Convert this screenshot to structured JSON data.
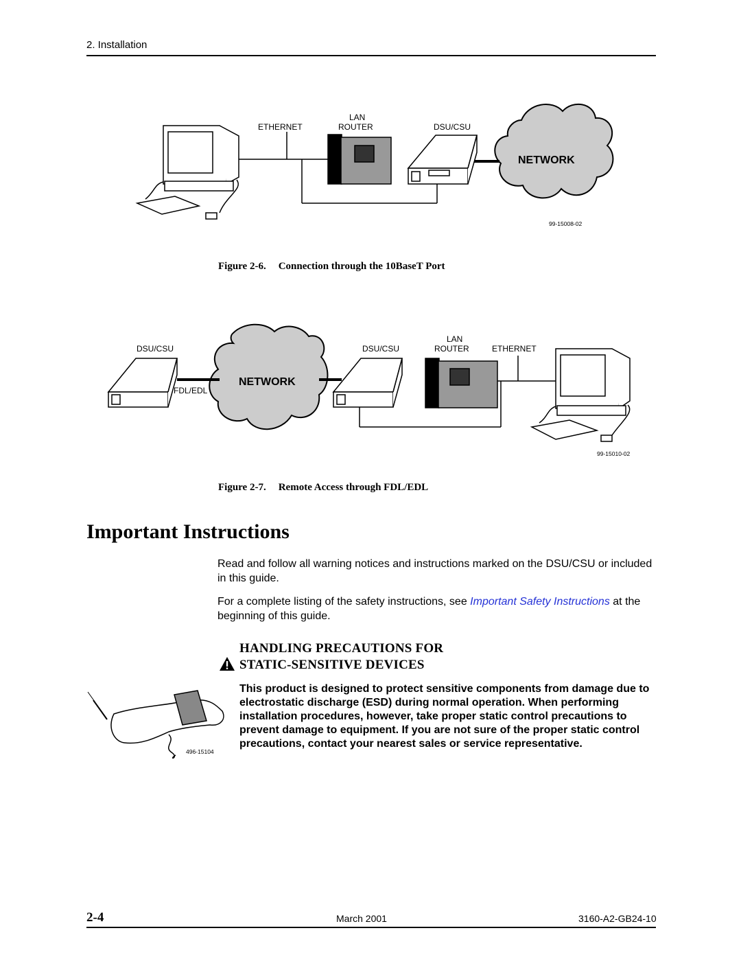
{
  "header": {
    "section": "2. Installation"
  },
  "figure6": {
    "labels": {
      "ethernet": "ETHERNET",
      "lan": "LAN",
      "router": "ROUTER",
      "dsucsu": "DSU/CSU",
      "network": "NETWORK",
      "id": "99-15008-02"
    },
    "caption_num": "Figure 2-6.",
    "caption_title": "Connection through the 10BaseT Port"
  },
  "figure7": {
    "labels": {
      "dsucsu_left": "DSU/CSU",
      "fdl_edl": "FDL/EDL",
      "network": "NETWORK",
      "dsucsu_right": "DSU/CSU",
      "lan": "LAN",
      "router": "ROUTER",
      "ethernet": "ETHERNET",
      "id": "99-15010-02"
    },
    "caption_num": "Figure 2-7.",
    "caption_title": "Remote Access through FDL/EDL"
  },
  "section": {
    "title": "Important Instructions",
    "para1": "Read and follow all warning notices and instructions marked on the DSU/CSU or included in this guide.",
    "para2_before": "For a complete listing of the safety instructions, see ",
    "para2_link": "Important Safety Instructions",
    "para2_after": " at the beginning of this guide."
  },
  "handling": {
    "title_line1": "HANDLING PRECAUTIONS FOR",
    "title_line2": "STATIC-SENSITIVE DEVICES",
    "icon_id": "496-15104",
    "warning": "This product is designed to protect sensitive components from damage due to electrostatic discharge (ESD) during normal operation. When performing installation procedures, however, take proper static control precautions to prevent damage to equipment. If you are not sure of the proper static control precautions, contact your nearest sales or service representative."
  },
  "footer": {
    "page": "2-4",
    "date": "March 2001",
    "doc_id": "3160-A2-GB24-10"
  }
}
